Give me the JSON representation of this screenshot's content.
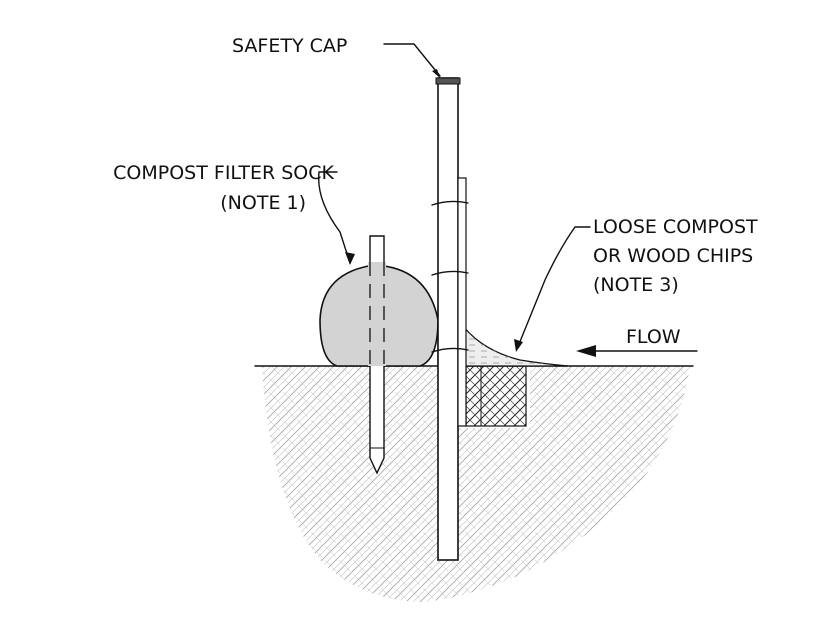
{
  "labels": {
    "safety_cap": "SAFETY CAP",
    "sock_line1": "COMPOST FILTER SOCK",
    "sock_line2": "(NOTE 1)",
    "loose_line1": "LOOSE COMPOST",
    "loose_line2": "OR WOOD CHIPS",
    "loose_line3": "(NOTE 3)",
    "flow": "FLOW"
  },
  "colors": {
    "line": "#111111",
    "sock_fill": "#d3d3d3",
    "soil_hatch": "#9a9a9a",
    "cap_fill": "#555555",
    "compost_wedge": "#e6e6e6"
  }
}
